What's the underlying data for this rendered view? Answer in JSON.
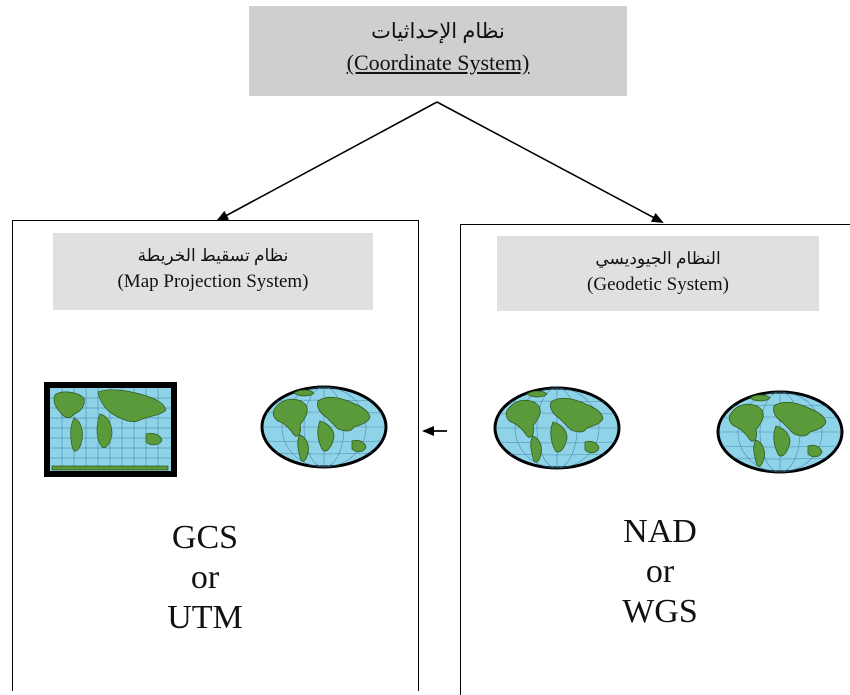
{
  "top": {
    "arabic": "نظام الإحداثيات",
    "english": "(Coordinate System)"
  },
  "left_panel": {
    "arabic": "نظام تسقيط الخريطة",
    "english": "(Map Projection System)",
    "labels": [
      "GCS",
      "or",
      "UTM"
    ],
    "icons": [
      "flat-world-map-icon",
      "globe-icon"
    ]
  },
  "right_panel": {
    "arabic": "النظام الجيوديسي",
    "english": "(Geodetic System)",
    "labels": [
      "NAD",
      "or",
      "WGS"
    ],
    "icons": [
      "globe-icon",
      "globe-icon"
    ]
  },
  "colors": {
    "header_top": "#cfcfcf",
    "header_sub": "#e0e0e0",
    "ocean": "#8fd3e8",
    "land": "#5a9a3a",
    "border": "#000000"
  }
}
